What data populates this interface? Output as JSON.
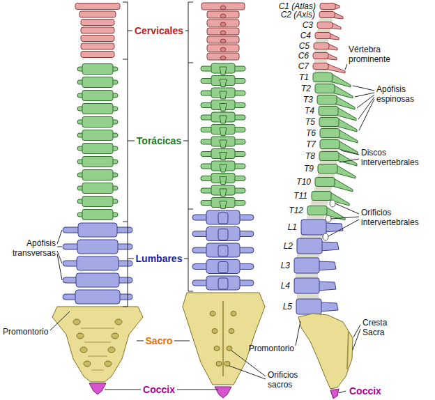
{
  "diagram": {
    "labels": [
      "Cervicales",
      "Torácicas",
      "Lumbares",
      "Apófisis transversas",
      "Promontorio",
      "Sacro",
      "Coccix",
      "Orificios sacros",
      "C1 (Atlas)",
      "C2 (Axis)",
      "C3",
      "C4",
      "C5",
      "C6",
      "C7",
      "T1",
      "T2",
      "T3",
      "T4",
      "T5",
      "T6",
      "T7",
      "T8",
      "T9",
      "T10",
      "T11",
      "T12",
      "L1",
      "L2",
      "L3",
      "L4",
      "L5",
      "Vértebra prominente",
      "Apófisis espinosas",
      "Discos intervertebrales",
      "Orificios intervertebrales",
      "Cresta Sacra",
      "Promontorio",
      "Coccix"
    ]
  }
}
